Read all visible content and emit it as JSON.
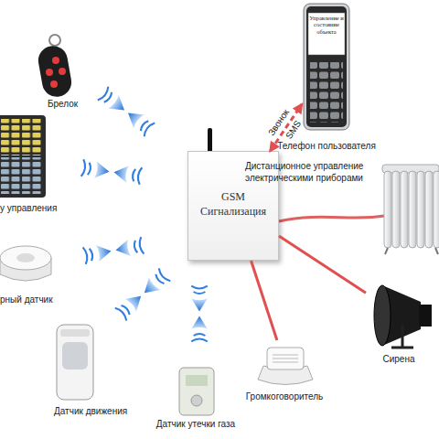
{
  "diagram": {
    "nodes": [
      {
        "text": [
          "Управление и состояние объекта",
          "Телефон пользователя"
        ]
      },
      {
        "text": [
          "Брелок"
        ]
      },
      {
        "text": [
          "GSM Сигнализация"
        ]
      },
      {
        "text": [
          "у управления"
        ]
      },
      {
        "text": [
          "рный датчик"
        ]
      },
      {
        "text": [
          "Сирена"
        ]
      },
      {
        "text": [
          "Громкоговоритель"
        ]
      },
      {
        "text": [
          "Датчик движения"
        ]
      },
      {
        "text": [
          "Датчик утечки газа"
        ]
      }
    ],
    "edges": [
      {
        "from": 2,
        "to": 0,
        "arrow": "both",
        "label": "Звонок"
      },
      {
        "from": 2,
        "to": 5,
        "arrow": "none"
      },
      {
        "from": 2,
        "to": 6,
        "arrow": "none"
      }
    ],
    "labels": [
      "SMS",
      "Дистанционное управление электрическими приборами"
    ]
  }
}
